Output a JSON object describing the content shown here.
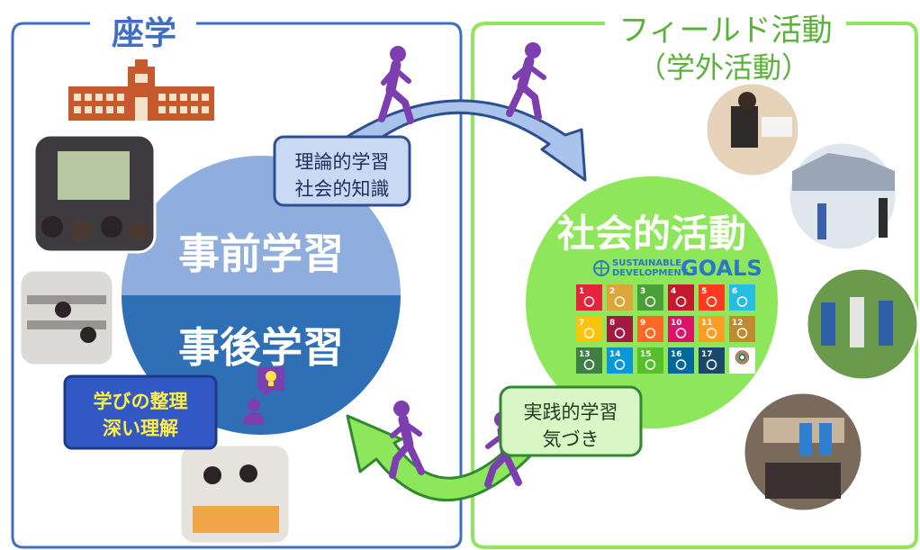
{
  "left_panel": {
    "title": "座学",
    "frame_color": "#3f6fc4"
  },
  "right_panel": {
    "title_line1": "フィールド活動",
    "title_line2": "（学外活動）",
    "frame_color": "#8ee65a"
  },
  "circle_left": {
    "top_label": "事前学習",
    "bottom_label": "事後学習",
    "top_color": "#8faedd",
    "bottom_color": "#2f6fb6"
  },
  "circle_right": {
    "label": "社会的活動",
    "color": "#8ee65a"
  },
  "sdgs": {
    "header_line1": "SUSTAINABLE",
    "header_line2": "DEVELOPMENT",
    "header_goals": "GOALS",
    "tiles": [
      {
        "n": "1",
        "color": "#e5243b"
      },
      {
        "n": "2",
        "color": "#dda63a"
      },
      {
        "n": "3",
        "color": "#4c9f38"
      },
      {
        "n": "4",
        "color": "#c5192d"
      },
      {
        "n": "5",
        "color": "#ff3a21"
      },
      {
        "n": "6",
        "color": "#26bde2"
      },
      {
        "n": "7",
        "color": "#fcc30b"
      },
      {
        "n": "8",
        "color": "#a21942"
      },
      {
        "n": "9",
        "color": "#fd6925"
      },
      {
        "n": "10",
        "color": "#dd1367"
      },
      {
        "n": "11",
        "color": "#fd9d24"
      },
      {
        "n": "12",
        "color": "#bf8b2e"
      },
      {
        "n": "13",
        "color": "#3f7e44"
      },
      {
        "n": "14",
        "color": "#0a97d9"
      },
      {
        "n": "15",
        "color": "#56c02b"
      },
      {
        "n": "16",
        "color": "#00689d"
      },
      {
        "n": "17",
        "color": "#19486a"
      }
    ]
  },
  "box_theory": {
    "line1": "理論的学習",
    "line2": "社会的知識",
    "color": "#c9d9f4",
    "border": "#2d4f92"
  },
  "box_practice": {
    "line1": "実践的学習",
    "line2": "気づき",
    "color": "#d8f7c5",
    "border": "#2f8a2f"
  },
  "box_reflect": {
    "line1": "学びの整理",
    "line2": "深い理解",
    "color": "#3158c4",
    "border": "#1c3a88",
    "text_color": "#ffee44"
  },
  "colors": {
    "walker": "#7d3fb0",
    "arrow_top": "#a9c3ea",
    "arrow_bottom": "#8ee65a",
    "building": "#c65a2e"
  }
}
